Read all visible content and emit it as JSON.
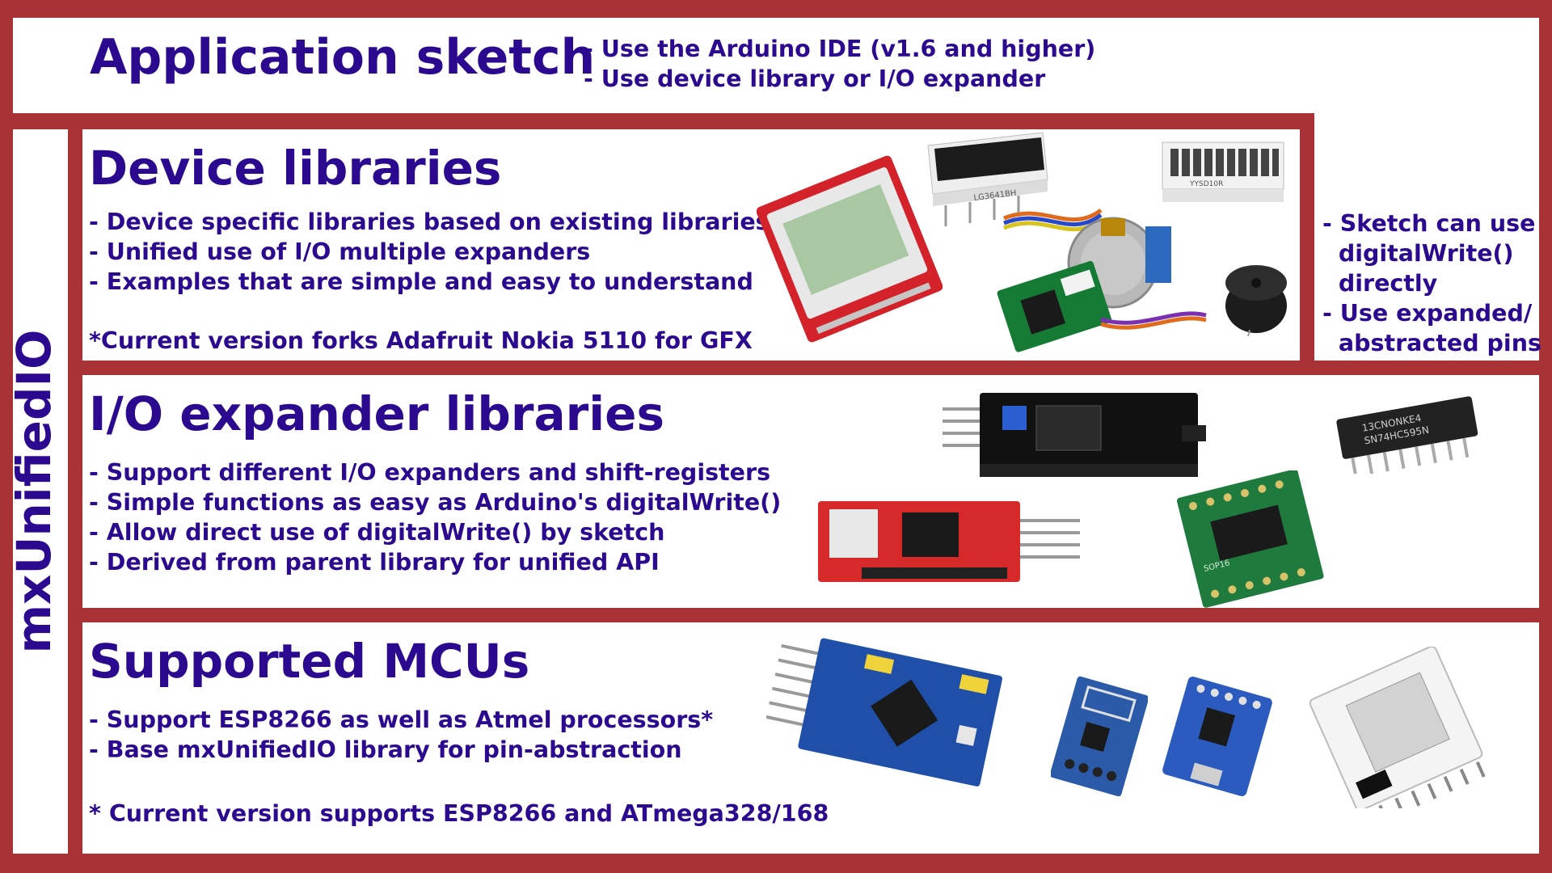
{
  "app_sketch": {
    "title": "Application sketch",
    "points": [
      "- Use the Arduino IDE (v1.6 and higher)",
      "- Use device library or I/O expander"
    ]
  },
  "side_label": "mxUnifiedIO",
  "side_note": {
    "lines": [
      "- Sketch can use",
      "  digitalWrite()",
      "  directly",
      "- Use expanded/",
      "  abstracted pins"
    ]
  },
  "device_libraries": {
    "title": "Device libraries",
    "points": [
      "- Device specific libraries based on existing libraries*",
      "- Unified use of I/O multiple expanders",
      "- Examples that are simple and easy to understand"
    ],
    "note": "*Current version forks Adafruit Nokia 5110 for GFX",
    "image_labels": [
      "LG3641BH",
      "YYSD10R"
    ]
  },
  "io_expander": {
    "title": "I/O expander libraries",
    "points": [
      "- Support different I/O expanders and shift-registers",
      "- Simple functions as easy as Arduino's digitalWrite()",
      "- Allow direct use of digitalWrite() by sketch",
      "- Derived from parent library for unified API"
    ],
    "image_labels": [
      "13CNONKE4",
      "SN74HC595N",
      "SOP16"
    ]
  },
  "mcus": {
    "title": "Supported MCUs",
    "points": [
      "- Support ESP8266 as well as Atmel processors*",
      "- Base mxUnifiedIO library for pin-abstraction"
    ],
    "note": "* Current version supports ESP8266 and ATmega328/168"
  },
  "colors": {
    "frame": "#a93236",
    "text": "#2c0a8f",
    "panel": "#ffffff"
  }
}
